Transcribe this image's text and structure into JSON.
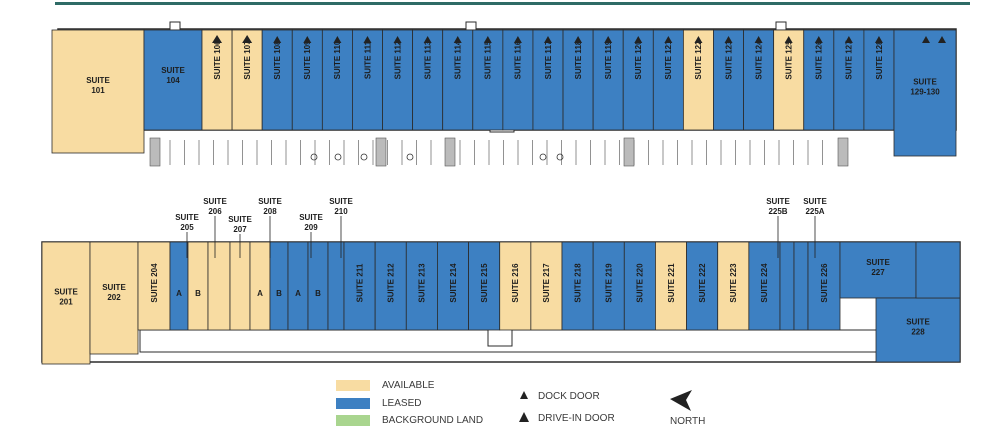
{
  "colors": {
    "available": "#f8dca2",
    "leased": "#3d80c2",
    "background_land": "#a9d58f",
    "outline": "#2b2b2b"
  },
  "legend": {
    "available": "AVAILABLE",
    "leased": "LEASED",
    "background_land": "BACKGROUND LAND",
    "dock_door": "DOCK DOOR",
    "drive_in_door": "DRIVE-IN DOOR",
    "north": "NORTH"
  },
  "building1": {
    "suites": [
      {
        "id": "101",
        "status": "available",
        "label": "SUITE\n101",
        "orient": "h"
      },
      {
        "id": "104",
        "status": "leased",
        "label": "SUITE\n104",
        "orient": "h"
      },
      {
        "id": "106",
        "status": "available",
        "label": "SUITE 106",
        "orient": "v",
        "door": "drive"
      },
      {
        "id": "107",
        "status": "available",
        "label": "SUITE 107",
        "orient": "v",
        "door": "drive"
      },
      {
        "id": "108",
        "status": "leased",
        "label": "SUITE 108",
        "orient": "v",
        "door": "dock"
      },
      {
        "id": "109",
        "status": "leased",
        "label": "SUITE 109",
        "orient": "v",
        "door": "dock"
      },
      {
        "id": "110",
        "status": "leased",
        "label": "SUITE 110",
        "orient": "v",
        "door": "dock"
      },
      {
        "id": "111",
        "status": "leased",
        "label": "SUITE 111",
        "orient": "v",
        "door": "dock"
      },
      {
        "id": "112",
        "status": "leased",
        "label": "SUITE 112",
        "orient": "v",
        "door": "dock"
      },
      {
        "id": "113",
        "status": "leased",
        "label": "SUITE 113",
        "orient": "v",
        "door": "dock"
      },
      {
        "id": "114",
        "status": "leased",
        "label": "SUITE 114",
        "orient": "v",
        "door": "dock"
      },
      {
        "id": "115",
        "status": "leased",
        "label": "SUITE 115",
        "orient": "v",
        "door": "dock"
      },
      {
        "id": "116",
        "status": "leased",
        "label": "SUITE 116",
        "orient": "v",
        "door": "dock"
      },
      {
        "id": "117",
        "status": "leased",
        "label": "SUITE 117",
        "orient": "v",
        "door": "dock"
      },
      {
        "id": "118",
        "status": "leased",
        "label": "SUITE 118",
        "orient": "v",
        "door": "dock"
      },
      {
        "id": "119",
        "status": "leased",
        "label": "SUITE 119",
        "orient": "v",
        "door": "dock"
      },
      {
        "id": "120",
        "status": "leased",
        "label": "SUITE 120",
        "orient": "v",
        "door": "dock"
      },
      {
        "id": "121",
        "status": "leased",
        "label": "SUITE 121",
        "orient": "v",
        "door": "dock"
      },
      {
        "id": "122",
        "status": "available",
        "label": "SUITE 122",
        "orient": "v",
        "door": "dock"
      },
      {
        "id": "123",
        "status": "leased",
        "label": "SUITE 123",
        "orient": "v",
        "door": "dock"
      },
      {
        "id": "124",
        "status": "leased",
        "label": "SUITE 124",
        "orient": "v",
        "door": "dock"
      },
      {
        "id": "125",
        "status": "available",
        "label": "SUITE 125",
        "orient": "v",
        "door": "dock"
      },
      {
        "id": "126",
        "status": "leased",
        "label": "SUITE 126",
        "orient": "v",
        "door": "dock"
      },
      {
        "id": "127",
        "status": "leased",
        "label": "SUITE 127",
        "orient": "v",
        "door": "dock"
      },
      {
        "id": "128",
        "status": "leased",
        "label": "SUITE 128",
        "orient": "v",
        "door": "dock"
      },
      {
        "id": "129-130",
        "status": "leased",
        "label": "SUITE\n129-130",
        "orient": "h",
        "door": "dock2"
      }
    ]
  },
  "building2": {
    "suites": [
      {
        "id": "201",
        "status": "available",
        "label": "SUITE\n201",
        "orient": "h"
      },
      {
        "id": "202",
        "status": "available",
        "label": "SUITE\n202",
        "orient": "h"
      },
      {
        "id": "204",
        "status": "available",
        "label": "SUITE 204",
        "orient": "v"
      },
      {
        "id": "205A",
        "status": "leased",
        "label": "A",
        "orient": "h"
      },
      {
        "id": "205B",
        "status": "available",
        "label": "B",
        "orient": "h"
      },
      {
        "id": "206",
        "status": "available",
        "label": "",
        "orient": "h"
      },
      {
        "id": "207",
        "status": "available",
        "label": "",
        "orient": "h"
      },
      {
        "id": "208A",
        "status": "available",
        "label": "A",
        "orient": "h"
      },
      {
        "id": "208B",
        "status": "leased",
        "label": "B",
        "orient": "h"
      },
      {
        "id": "209A",
        "status": "leased",
        "label": "A",
        "orient": "h"
      },
      {
        "id": "209B",
        "status": "leased",
        "label": "B",
        "orient": "h"
      },
      {
        "id": "210",
        "status": "leased",
        "label": "",
        "orient": "h"
      },
      {
        "id": "211",
        "status": "leased",
        "label": "SUITE 211",
        "orient": "v"
      },
      {
        "id": "212",
        "status": "leased",
        "label": "SUITE 212",
        "orient": "v"
      },
      {
        "id": "213",
        "status": "leased",
        "label": "SUITE 213",
        "orient": "v"
      },
      {
        "id": "214",
        "status": "leased",
        "label": "SUITE 214",
        "orient": "v"
      },
      {
        "id": "215",
        "status": "leased",
        "label": "SUITE 215",
        "orient": "v"
      },
      {
        "id": "216",
        "status": "available",
        "label": "SUITE 216",
        "orient": "v"
      },
      {
        "id": "217",
        "status": "available",
        "label": "SUITE 217",
        "orient": "v"
      },
      {
        "id": "218",
        "status": "leased",
        "label": "SUITE 218",
        "orient": "v"
      },
      {
        "id": "219",
        "status": "leased",
        "label": "SUITE 219",
        "orient": "v"
      },
      {
        "id": "220",
        "status": "leased",
        "label": "SUITE 220",
        "orient": "v"
      },
      {
        "id": "221",
        "status": "available",
        "label": "SUITE 221",
        "orient": "v"
      },
      {
        "id": "222",
        "status": "leased",
        "label": "SUITE 222",
        "orient": "v"
      },
      {
        "id": "223",
        "status": "available",
        "label": "SUITE 223",
        "orient": "v"
      },
      {
        "id": "224",
        "status": "leased",
        "label": "SUITE 224",
        "orient": "v"
      },
      {
        "id": "225B",
        "status": "leased",
        "label": "",
        "orient": "h"
      },
      {
        "id": "225A",
        "status": "leased",
        "label": "",
        "orient": "h"
      },
      {
        "id": "226",
        "status": "leased",
        "label": "SUITE 226",
        "orient": "v"
      },
      {
        "id": "227",
        "status": "leased",
        "label": "SUITE\n227",
        "orient": "h"
      },
      {
        "id": "228",
        "status": "leased",
        "label": "SUITE\n228",
        "orient": "h"
      }
    ],
    "callouts": [
      {
        "id": "205",
        "label": "SUITE\n205"
      },
      {
        "id": "206",
        "label": "SUITE\n206"
      },
      {
        "id": "207",
        "label": "SUITE\n207"
      },
      {
        "id": "208",
        "label": "SUITE\n208"
      },
      {
        "id": "209",
        "label": "SUITE\n209"
      },
      {
        "id": "210",
        "label": "SUITE\n210"
      },
      {
        "id": "225B",
        "label": "SUITE\n225B"
      },
      {
        "id": "225A",
        "label": "SUITE\n225A"
      }
    ]
  }
}
